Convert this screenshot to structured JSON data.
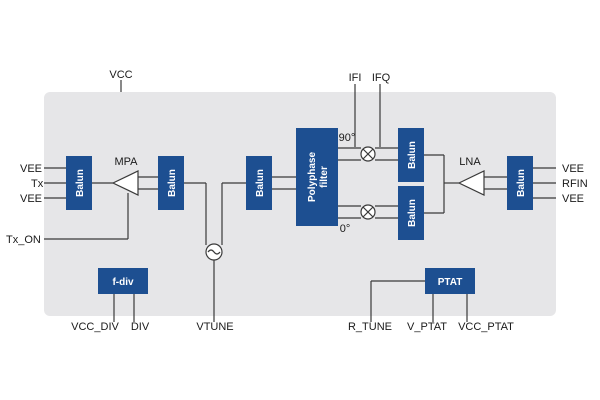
{
  "colors": {
    "chip_background": "#e6e6e8",
    "block_fill": "#1d4f91",
    "wire": "#3a3a3a",
    "text": "#1a1a1a"
  },
  "pins": {
    "vcc": "VCC",
    "ifi": "IFI",
    "ifq": "IFQ",
    "left_vee_top": "VEE",
    "tx": "Tx",
    "left_vee_bottom": "VEE",
    "tx_on": "Tx_ON",
    "right_vee_top": "VEE",
    "rfin": "RFIN",
    "right_vee_bottom": "VEE",
    "vcc_div": "VCC_DIV",
    "div": "DIV",
    "vtune": "VTUNE",
    "r_tune": "R_TUNE",
    "v_ptat": "V_PTAT",
    "vcc_ptat": "VCC_PTAT"
  },
  "blocks": {
    "balun": "Balun",
    "polyphase_line1": "Polyphase",
    "polyphase_line2": "filter",
    "fdiv": "f-div",
    "ptat": "PTAT"
  },
  "labels": {
    "mpa": "MPA",
    "lna": "LNA",
    "phase_90": "90°",
    "phase_0": "0°"
  },
  "icons": {
    "mixer": "mixer-icon",
    "oscillator": "oscillator-icon",
    "amplifier": "amplifier-triangle-icon"
  }
}
